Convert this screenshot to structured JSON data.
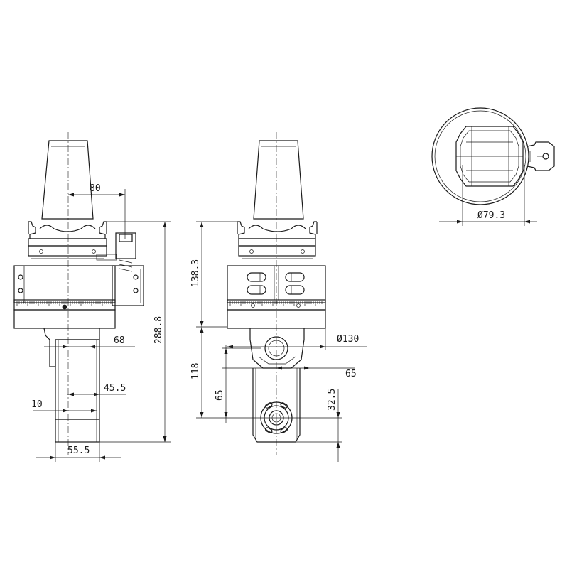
{
  "dimensions": {
    "side_offset": "80",
    "side_d68": "68",
    "side_d45": "45.5",
    "side_d10": "10",
    "side_d55": "55.5",
    "total_height": "288.8",
    "upper_height": "138.3",
    "lower_height": "118",
    "body_diameter": "Ø130",
    "front_65_h": "65",
    "front_65_v": "65",
    "front_32": "32.5",
    "top_diameter": "Ø79.3"
  },
  "colors": {
    "line": "#1a1a1a",
    "background": "#ffffff"
  }
}
